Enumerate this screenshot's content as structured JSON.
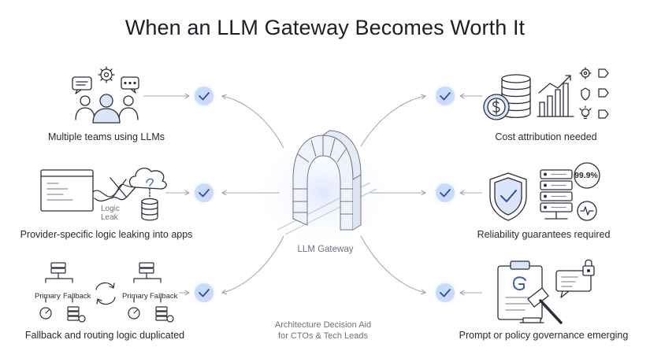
{
  "title": "When an LLM Gateway Becomes Worth It",
  "gateway": {
    "label": "LLM Gateway"
  },
  "decision_aid": {
    "line1": "Architecture Decision Aid",
    "line2": "for CTOs & Tech Leads"
  },
  "left": [
    {
      "label": "Multiple teams using LLMs",
      "icon": "team-chat-icon"
    },
    {
      "label": "Provider-specific logic leaking into apps",
      "icon": "logic-leak-icon",
      "inner_label_1": "Logic",
      "inner_label_2": "Leak"
    },
    {
      "label": "Fallback and routing logic duplicated",
      "icon": "fallback-routing-icon",
      "primary": "Primary",
      "fallback": "Fallback"
    }
  ],
  "right": [
    {
      "label": "Cost attribution needed",
      "icon": "cost-chart-icon"
    },
    {
      "label": "Reliability guarantees required",
      "icon": "reliability-shield-icon",
      "badge": "99.9%"
    },
    {
      "label": "Prompt or policy governance emerging",
      "icon": "governance-gavel-icon"
    }
  ],
  "colors": {
    "check_fill": "#c9dbfb",
    "check_glow": "#e6effe",
    "check_mark": "#2c4fa3",
    "icon_stroke": "#2a2f3a",
    "accent_blue": "#dbe6fb",
    "connector": "#9aa1ab"
  }
}
